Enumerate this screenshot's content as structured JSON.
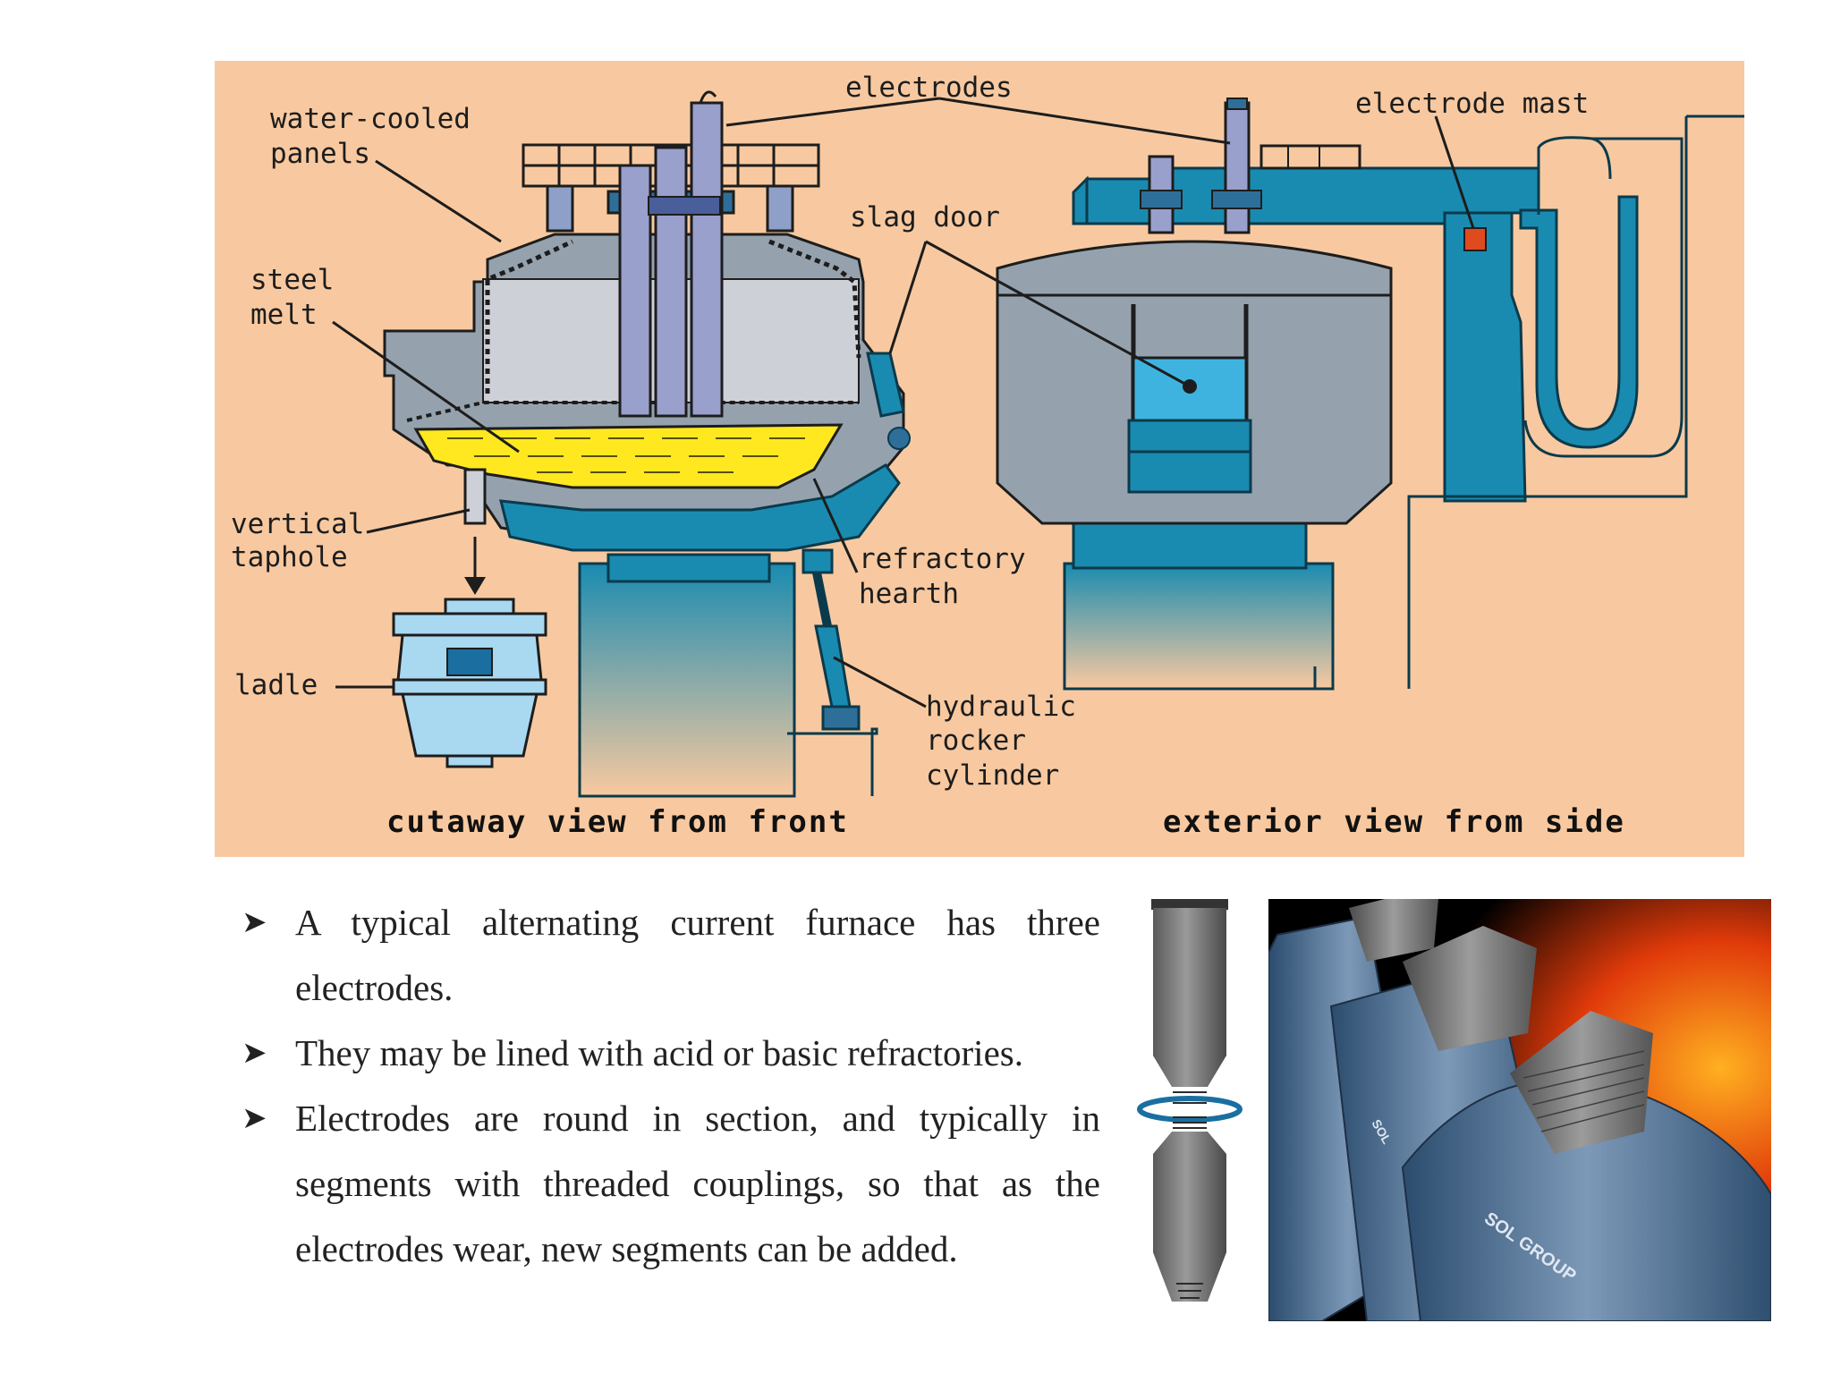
{
  "diagram": {
    "labels": {
      "water_cooled_panels_1": "water-cooled",
      "water_cooled_panels_2": "panels",
      "electrodes": "electrodes",
      "electrode_mast": "electrode mast",
      "slag_door": "slag door",
      "steel_melt_1": "steel",
      "steel_melt_2": "melt",
      "vertical_taphole_1": "vertical",
      "vertical_taphole_2": "taphole",
      "refractory_hearth_1": "refractory",
      "refractory_hearth_2": "hearth",
      "ladle": "ladle",
      "hydraulic_1": "hydraulic",
      "hydraulic_2": "rocker",
      "hydraulic_3": "cylinder"
    },
    "captions": {
      "front": "cutaway view from front",
      "side": "exterior view from side"
    }
  },
  "bullets": [
    "A typical alternating current furnace has three electrodes.",
    "They may be lined with acid or basic refractories.",
    "Electrodes are round in section, and typically in segments with threaded couplings, so that as the electrodes wear, new segments can be added."
  ],
  "photo": {
    "brand_text": "SOL GROUP",
    "brand_text_short": "SOL"
  },
  "colors": {
    "background_panel": "#f8c9a0",
    "furnace_body": "#95a2ae",
    "steel_melt": "#ffe820",
    "blue_structure": "#1a8bb0",
    "electrode": "#9aa0cc"
  }
}
